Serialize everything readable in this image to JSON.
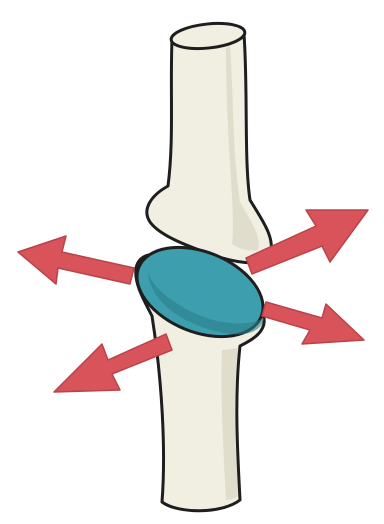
{
  "colors": {
    "background": "#ffffff",
    "bone_fill": "#f1efe2",
    "bone_shade": "#d9d6c4",
    "bone_outline": "#1e1e1e",
    "cut_surface": "#3d9ead",
    "cut_surface_dark": "#2b7f8c",
    "arrow_fill": "#d9545a",
    "arrow_shade": "#b8434a"
  },
  "icons": {
    "upper_bone": "bone-shaft-upper",
    "lower_bone": "bone-shaft-lower",
    "joint_surface": "articular-surface",
    "arrows": [
      "arrow-left",
      "arrow-upper-right",
      "arrow-lower-left",
      "arrow-right"
    ]
  }
}
